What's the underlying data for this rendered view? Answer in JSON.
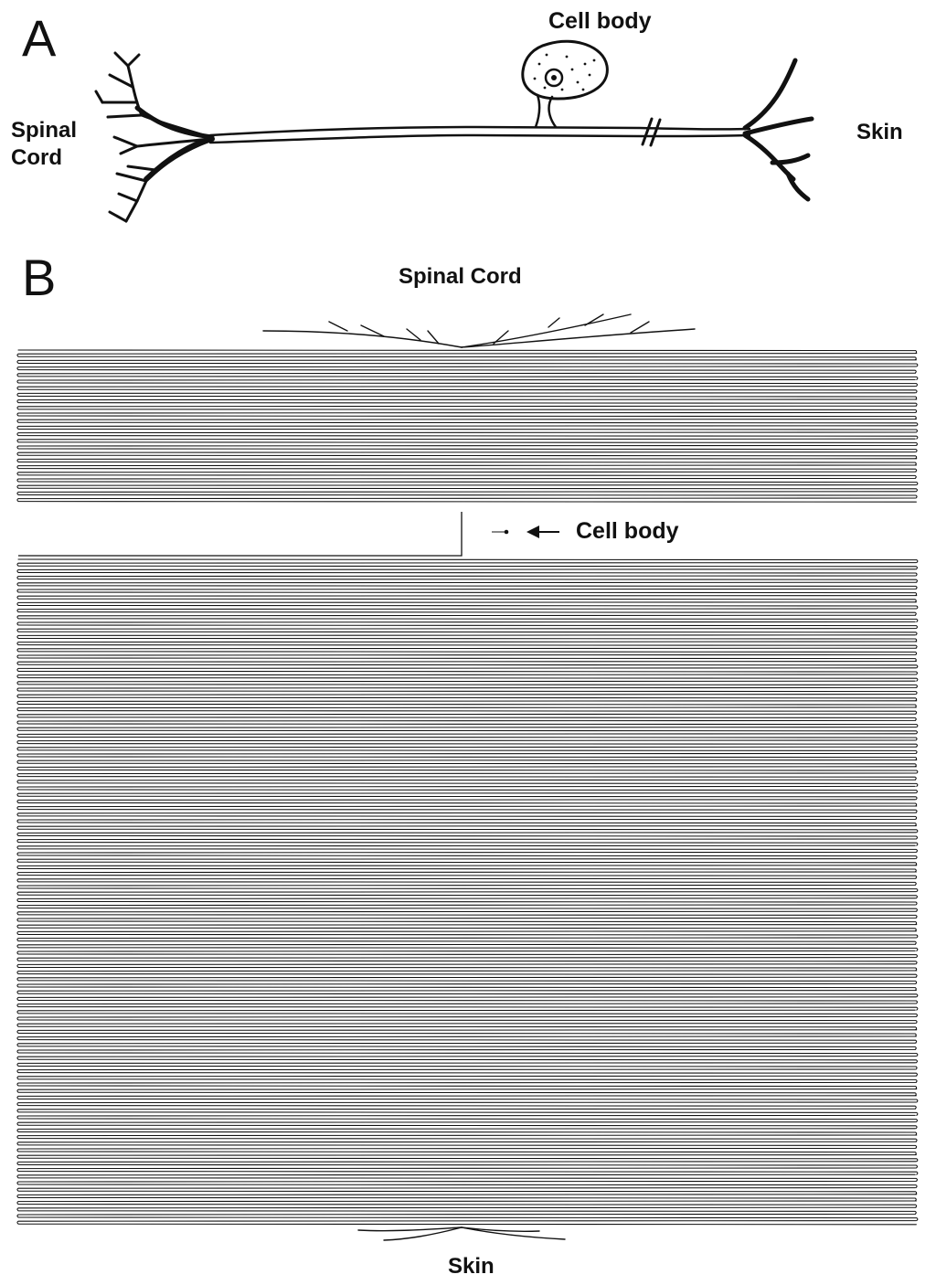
{
  "panel_a": {
    "letter": "A",
    "label_spinal_line1": "Spinal",
    "label_spinal_line2": "Cord",
    "label_cell_body": "Cell body",
    "label_skin": "Skin"
  },
  "panel_b": {
    "letter": "B",
    "label_spinal_cord": "Spinal Cord",
    "label_cell_body": "Cell body",
    "label_skin": "Skin"
  },
  "colors": {
    "ink": "#111111",
    "background": "#ffffff"
  }
}
